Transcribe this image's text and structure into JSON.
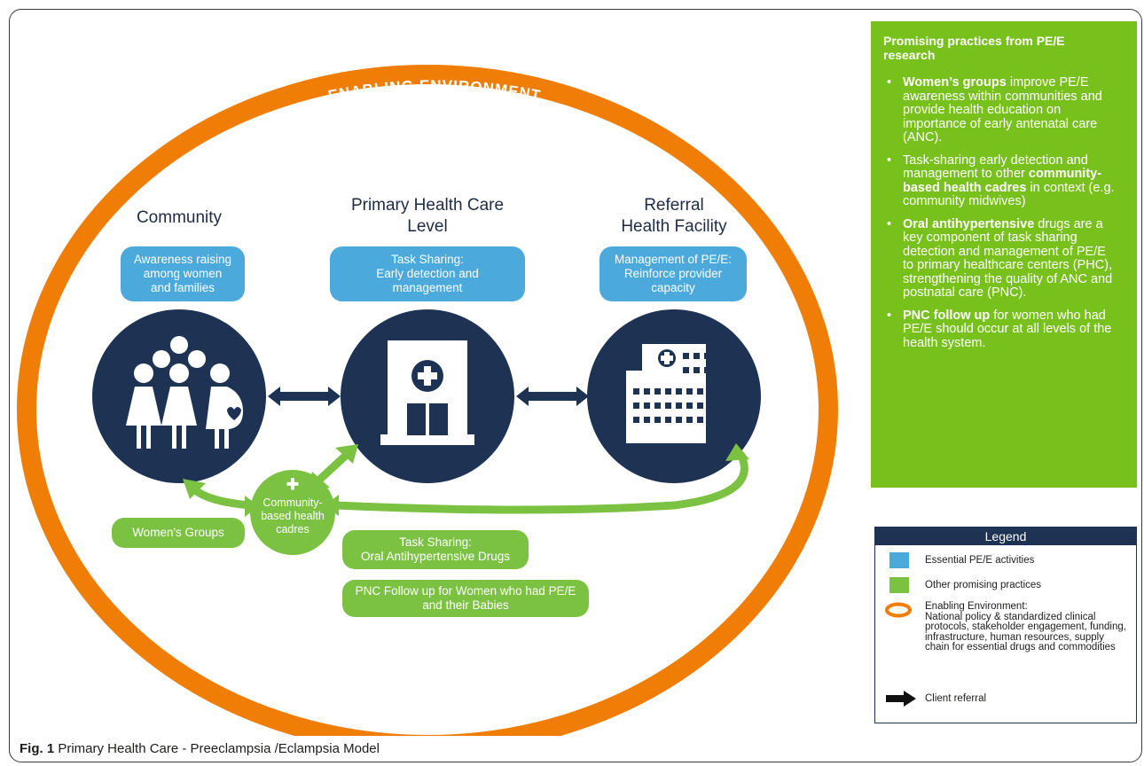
{
  "title_env": "ENABLING ENVIRONMENT",
  "columns": {
    "community": {
      "title": "Community",
      "pill": "Awareness raising\namong women\nand families"
    },
    "phc": {
      "title": "Primary Health Care\nLevel",
      "pill": "Task Sharing:\nEarly detection and\nmanagement"
    },
    "referral": {
      "title": "Referral\nHealth Facility",
      "pill": "Management of PE/E:\nReinforce provider\ncapacity"
    }
  },
  "cadres": {
    "label": "Community-\nbased health\ncadres",
    "plus": "✚"
  },
  "green_pills": {
    "womens_groups": "Women's Groups",
    "task_sharing_drugs": "Task Sharing:\nOral Antihypertensive Drugs",
    "pnc_follow_up": "PNC Follow up for Women who had PE/E\nand their Babies"
  },
  "practices": {
    "heading": "Promising practices from PE/E research",
    "items": [
      {
        "bold": "Women’s groups",
        "rest": " improve PE/E awareness within communities and provide health education on importance of early antenatal care (ANC)."
      },
      {
        "pre": "Task-sharing early detection and management to other ",
        "bold": "community-based health cadres",
        "rest": " in context (e.g. community midwives)"
      },
      {
        "bold": "Oral antihypertensive",
        "rest": " drugs are a key component of task sharing detection and management of PE/E to primary healthcare centers (PHC), strengthening the quality of ANC and postnatal care (PNC)."
      },
      {
        "bold": "PNC follow up",
        "rest": " for women who had PE/E should occur at all levels of the health system."
      }
    ]
  },
  "legend": {
    "title": "Legend",
    "items": [
      {
        "label": "Essential PE/E activities",
        "color": "#4ba9dc",
        "kind": "square"
      },
      {
        "label": "Other promising practices",
        "color": "#7cc242",
        "kind": "square"
      },
      {
        "label": "Enabling Environment:\nNational policy & standardized clinical protocols, stakeholder engagement, funding, infrastructure, human resources, supply chain for essential drugs and commodities",
        "color": "#f07e06",
        "kind": "ring"
      },
      {
        "label": "Client referral",
        "color": "#111111",
        "kind": "arrow"
      }
    ]
  },
  "caption": {
    "label": "Fig. 1",
    "text": " Primary Health Care - Preeclampsia /Eclampsia Model"
  },
  "colors": {
    "orange": "#f07e06",
    "navy": "#1e3354",
    "blue": "#4ba9dc",
    "green": "#7cc242",
    "panel_green": "#78c01c"
  }
}
